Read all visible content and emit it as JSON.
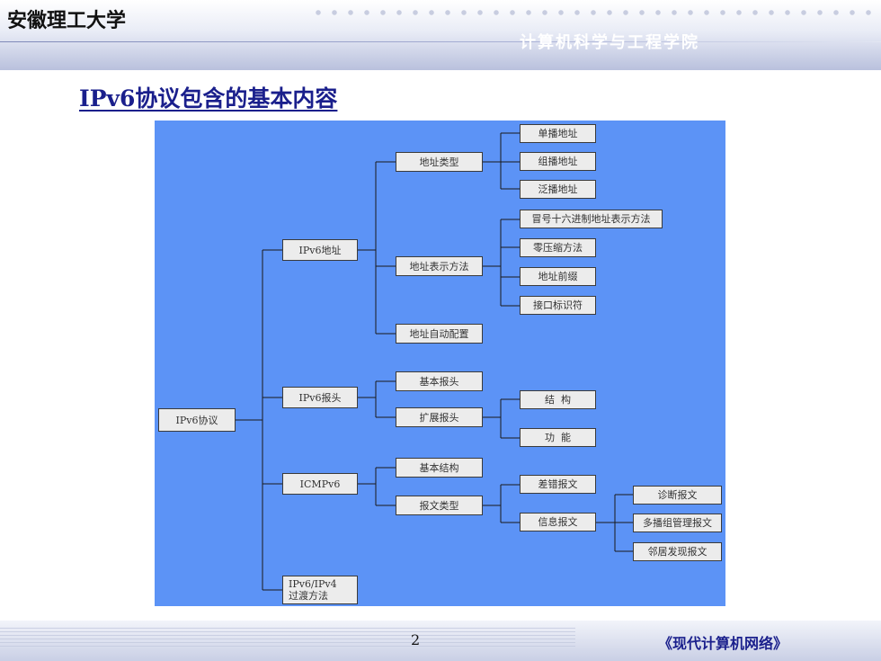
{
  "header": {
    "university": "安徽理工大学",
    "college": "计算机科学与工程学院"
  },
  "slide": {
    "title": "IPv6协议包含的基本内容"
  },
  "diagram": {
    "root": "IPv6协议",
    "l1": {
      "address": "IPv6地址",
      "header": "IPv6报头",
      "icmp": "ICMPv6",
      "transition_line1": "IPv6/IPv4",
      "transition_line2": "过渡方法"
    },
    "l2": {
      "address_type": "地址类型",
      "address_notation": "地址表示方法",
      "autoconfig": "地址自动配置",
      "basic_header": "基本报头",
      "ext_header": "扩展报头",
      "basic_structure": "基本结构",
      "msg_type": "报文类型"
    },
    "l3": {
      "unicast": "单播地址",
      "multicast": "组播地址",
      "anycast": "泛播地址",
      "colon_hex": "冒号十六进制地址表示方法",
      "zero_compress": "零压缩方法",
      "prefix": "地址前缀",
      "interface_id": "接口标识符",
      "structure": "结  构",
      "function": "功  能",
      "error_msg": "差错报文",
      "info_msg": "信息报文"
    },
    "l4": {
      "diagnostic": "诊断报文",
      "mld": "多播组管理报文",
      "nd": "邻居发现报文"
    }
  },
  "footer": {
    "page_number": "2",
    "book_title": "《现代计算机网络》"
  }
}
